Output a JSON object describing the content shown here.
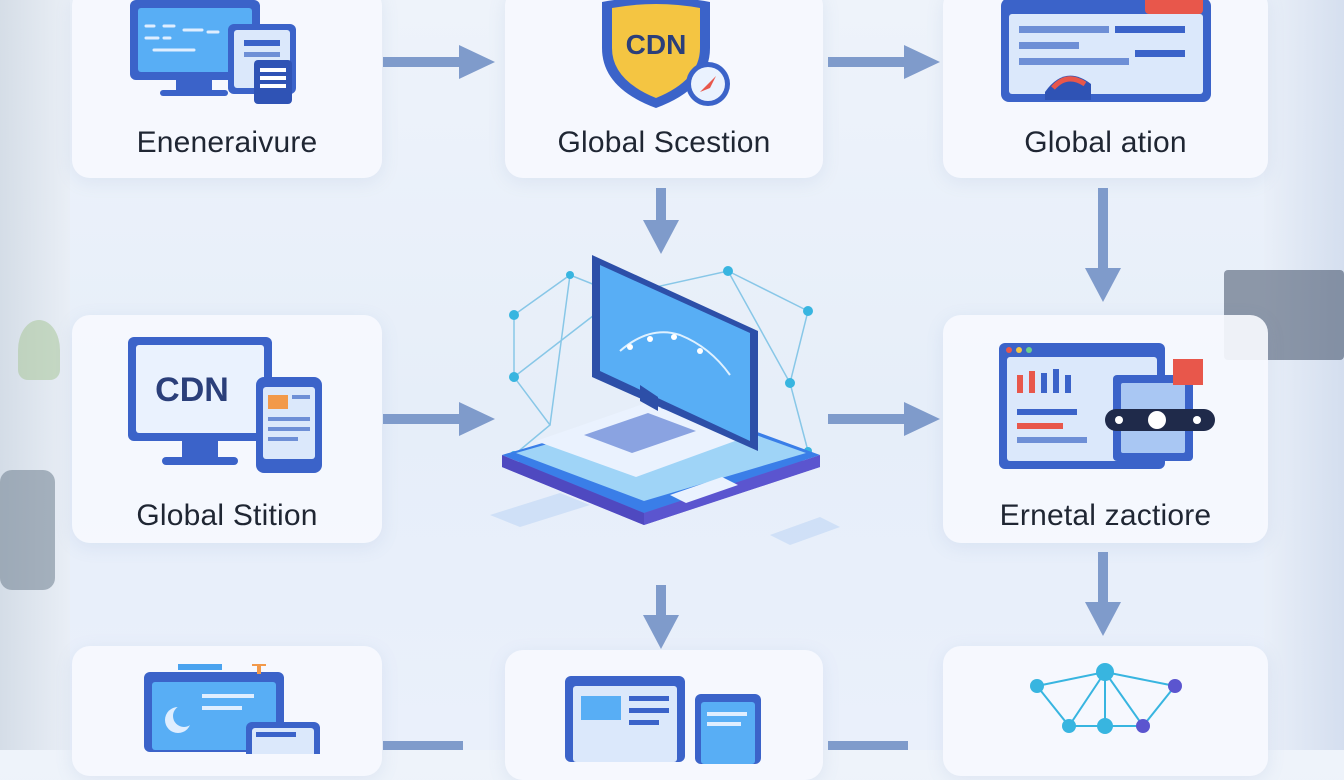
{
  "nodes": {
    "top_left": {
      "label": "Eneneraivure"
    },
    "top_center": {
      "label": "Global Scestion",
      "badge": "CDN"
    },
    "top_right": {
      "label": "Global ation"
    },
    "mid_left": {
      "label": "Global Stition",
      "badge": "CDN"
    },
    "mid_right": {
      "label": "Ernetal zactiore"
    },
    "bottom_left": {
      "label": ""
    },
    "bottom_center": {
      "label": ""
    },
    "bottom_right": {
      "label": ""
    }
  },
  "colors": {
    "arrow": "#7f9bcb",
    "primary": "#3b63c9",
    "shield": "#f4c542",
    "accent_red": "#e8574b",
    "screen": "#4aa3ef"
  },
  "icons": [
    "monitor-tablet-icon",
    "cdn-shield-icon",
    "dashboard-browser-icon",
    "cdn-monitor-tablet-icon",
    "server-computer-icon",
    "analytics-window-icon",
    "browser-devices-icon",
    "network-graph-icon"
  ]
}
